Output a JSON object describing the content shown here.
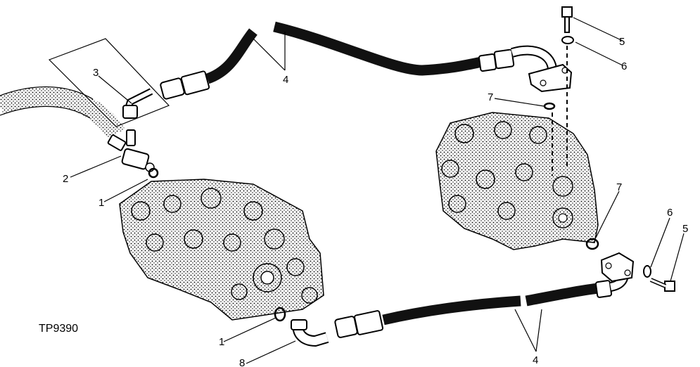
{
  "figure_id": "TP9390",
  "callouts": {
    "c1a": "1",
    "c1b": "1",
    "c2": "2",
    "c3": "3",
    "c4a": "4",
    "c4b": "4",
    "c5a": "5",
    "c5b": "5",
    "c6a": "6",
    "c6b": "6",
    "c7a": "7",
    "c7b": "7",
    "c8": "8"
  }
}
